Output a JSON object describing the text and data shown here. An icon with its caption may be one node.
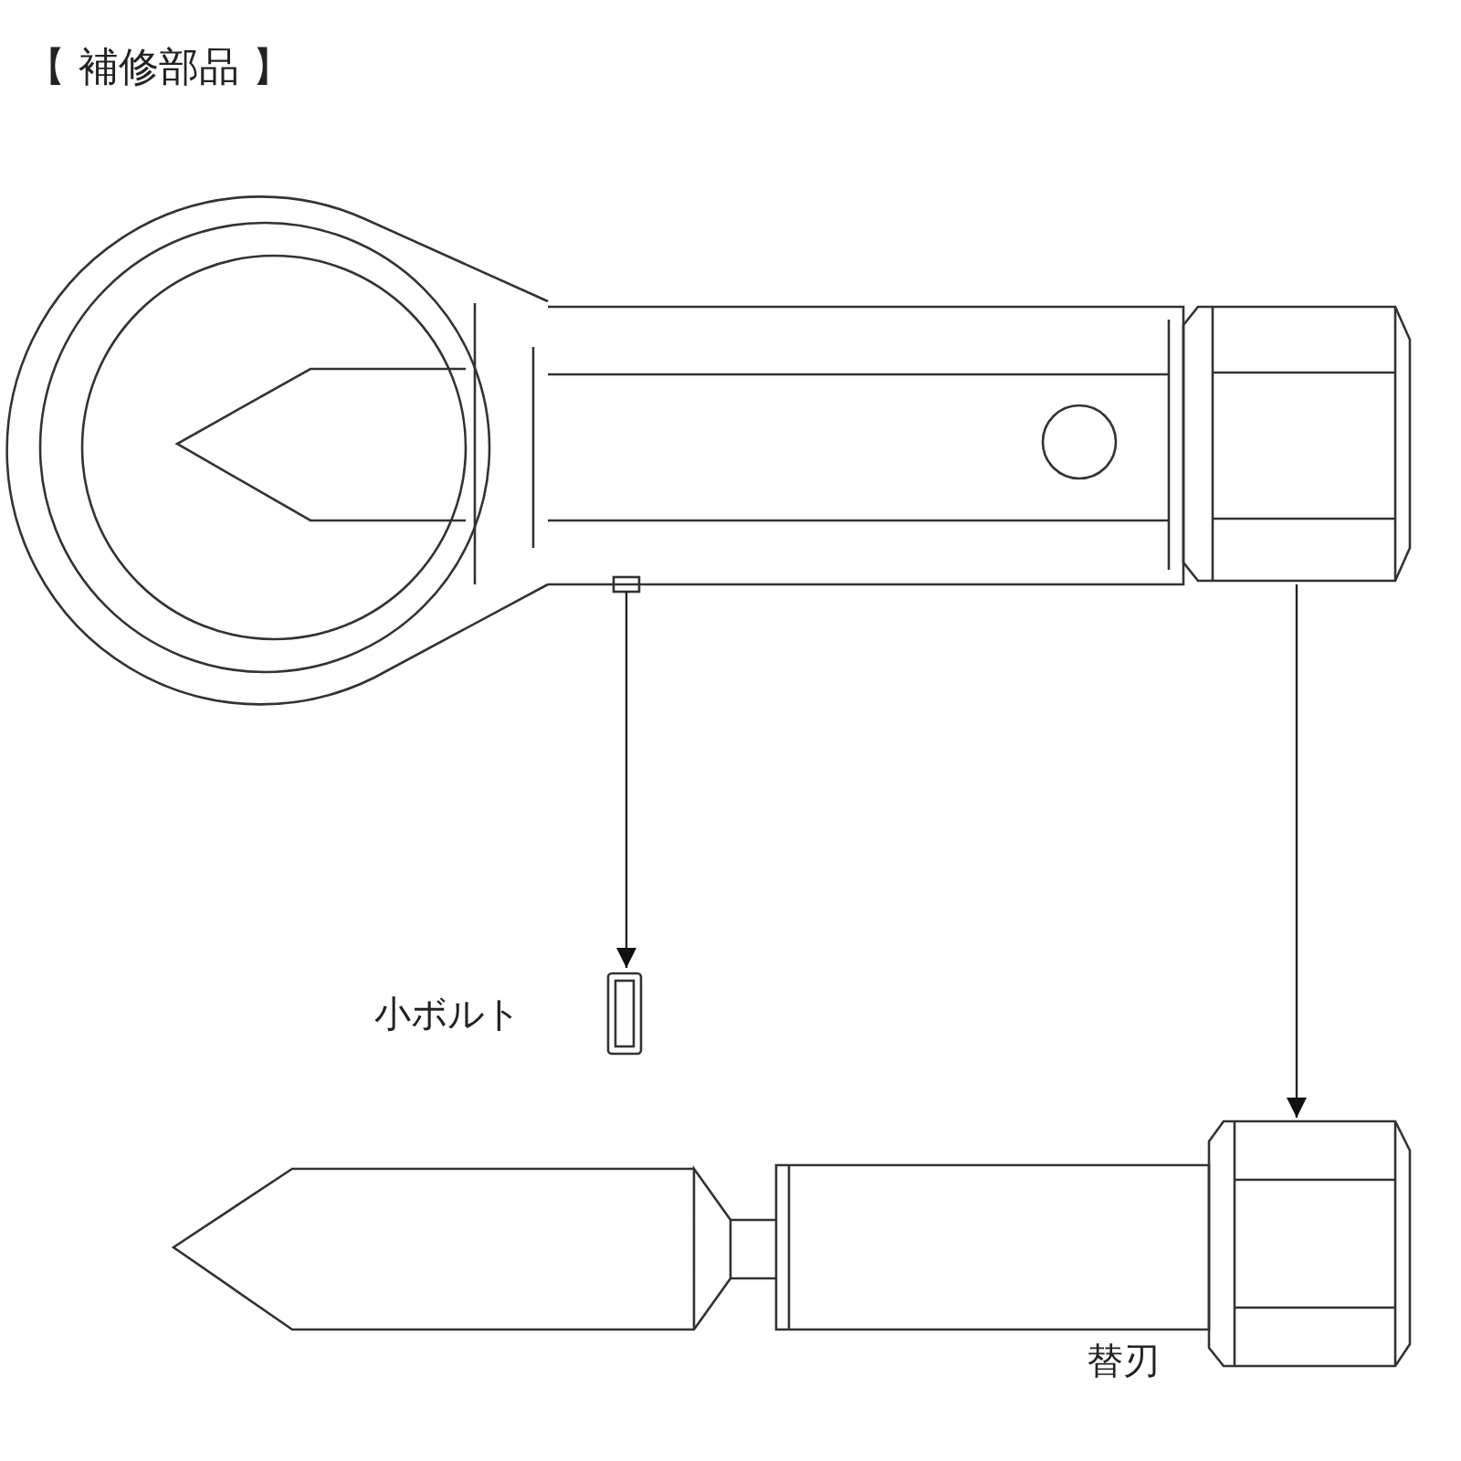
{
  "diagram": {
    "title": "【 補修部品 】",
    "nodes": [
      {
        "text": [],
        "shape": "picture"
      },
      {
        "text": [],
        "shape": "picture",
        "in": 0
      },
      {
        "text": [],
        "shape": "picture"
      },
      {
        "text": [
          "小ボルト"
        ]
      },
      {
        "text": [
          "替刃"
        ]
      }
    ],
    "edges": [
      {
        "from": 1,
        "to": 3,
        "arrow": "to"
      },
      {
        "from": 2,
        "to": 4,
        "arrow": "to"
      }
    ]
  }
}
